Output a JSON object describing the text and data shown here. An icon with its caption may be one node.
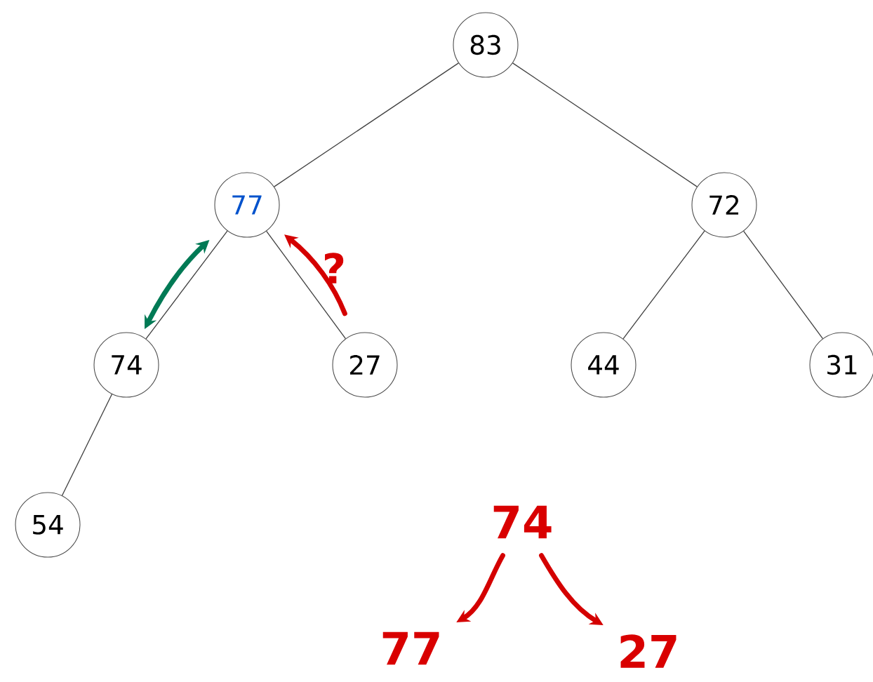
{
  "diagram": {
    "nodes": [
      {
        "text": [
          "83"
        ]
      },
      {
        "text": [
          "77"
        ]
      },
      {
        "text": [
          "72"
        ]
      },
      {
        "text": [
          "74"
        ]
      },
      {
        "text": [
          "27"
        ]
      },
      {
        "text": [
          "44"
        ]
      },
      {
        "text": [
          "31"
        ]
      },
      {
        "text": [
          "54"
        ]
      },
      {
        "text": [
          "74"
        ]
      },
      {
        "text": [
          "77"
        ]
      },
      {
        "text": [
          "27"
        ]
      }
    ],
    "edges": [
      {
        "from": 0,
        "to": 1,
        "arrow": "none"
      },
      {
        "from": 0,
        "to": 2,
        "arrow": "none"
      },
      {
        "from": 1,
        "to": 3,
        "arrow": "none"
      },
      {
        "from": 1,
        "to": 4,
        "arrow": "none"
      },
      {
        "from": 2,
        "to": 5,
        "arrow": "none"
      },
      {
        "from": 2,
        "to": 6,
        "arrow": "none"
      },
      {
        "from": 3,
        "to": 7,
        "arrow": "none"
      },
      {
        "from": 3,
        "to": 1,
        "arrow": "both",
        "style": "thick",
        "color": "#007a55"
      },
      {
        "from": 4,
        "to": 1,
        "arrow": "to",
        "style": "thick",
        "color": "#d40000",
        "label": "?"
      },
      {
        "from": 8,
        "to": 9,
        "arrow": "to",
        "style": "thick",
        "color": "#d40000"
      },
      {
        "from": 8,
        "to": 10,
        "arrow": "to",
        "style": "thick",
        "color": "#d40000"
      }
    ]
  }
}
